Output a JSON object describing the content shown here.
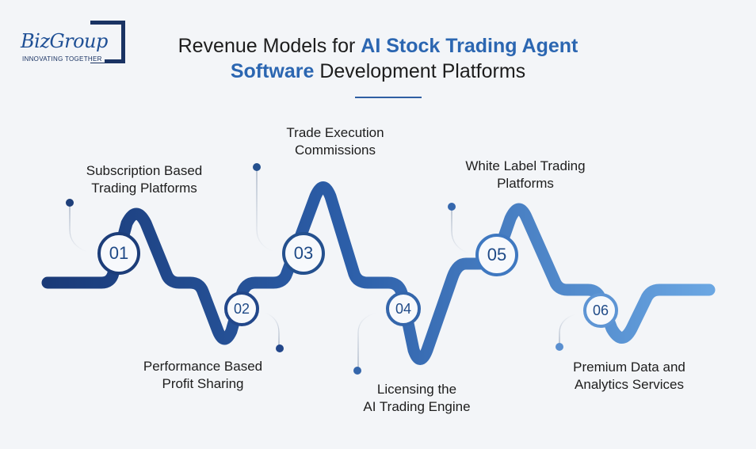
{
  "logo": {
    "name": "BizGroup",
    "tagline": "INNOVATING TOGETHER"
  },
  "title": {
    "part1": "Revenue Models for ",
    "highlight1": "AI Stock Trading Agent",
    "highlight2": "Software",
    "part2": " Development Platforms"
  },
  "colors": {
    "dark_blue": "#1b3f7c",
    "mid_blue": "#3a6fb8",
    "light_blue": "#6aa4e0",
    "accent": "#2b66b1"
  },
  "steps": [
    {
      "number": "01",
      "label_line1": "Subscription Based",
      "label_line2": "Trading Platforms"
    },
    {
      "number": "02",
      "label_line1": "Performance Based",
      "label_line2": "Profit Sharing"
    },
    {
      "number": "03",
      "label_line1": "Trade Execution",
      "label_line2": "Commissions"
    },
    {
      "number": "04",
      "label_line1": "Licensing the",
      "label_line2": "AI Trading Engine"
    },
    {
      "number": "05",
      "label_line1": "White Label Trading",
      "label_line2": "Platforms"
    },
    {
      "number": "06",
      "label_line1": "Premium Data and",
      "label_line2": "Analytics Services"
    }
  ]
}
